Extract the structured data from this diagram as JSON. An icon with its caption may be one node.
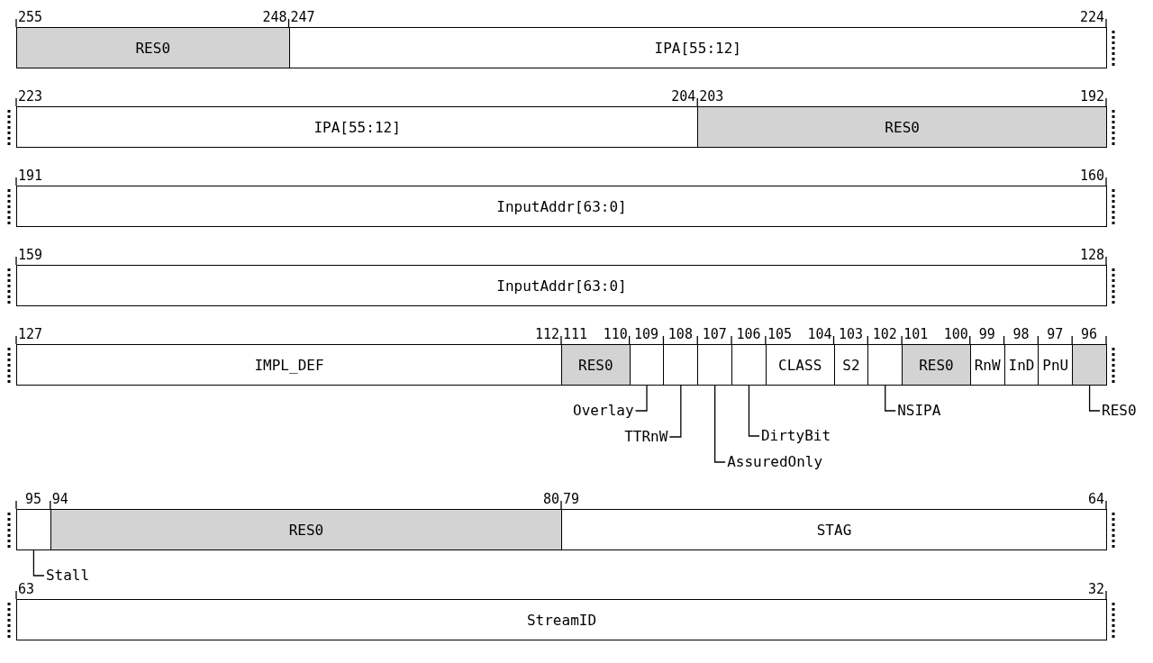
{
  "diagram": {
    "nodes": [
      {
        "text": [
          "RES0"
        ]
      },
      {
        "text": [
          "IPA[55:12]"
        ]
      },
      {
        "text": [
          "IPA[55:12]"
        ]
      },
      {
        "text": [
          "RES0"
        ]
      },
      {
        "text": [
          "InputAddr[63:0]"
        ]
      },
      {
        "text": [
          "InputAddr[63:0]"
        ]
      },
      {
        "text": [
          "IMPL_DEF"
        ]
      },
      {
        "text": [
          "RES0"
        ]
      },
      {
        "text": [],
        "shape": "box"
      },
      {
        "text": [],
        "shape": "box"
      },
      {
        "text": [],
        "shape": "box"
      },
      {
        "text": [],
        "shape": "box"
      },
      {
        "text": [
          "CLASS"
        ]
      },
      {
        "text": [
          "S2"
        ]
      },
      {
        "text": [],
        "shape": "box"
      },
      {
        "text": [
          "RES0"
        ]
      },
      {
        "text": [
          "RnW"
        ]
      },
      {
        "text": [
          "InD"
        ]
      },
      {
        "text": [
          "PnU"
        ]
      },
      {
        "text": [],
        "shape": "box"
      },
      {
        "text": [
          "Overlay"
        ]
      },
      {
        "text": [
          "TTRnW"
        ]
      },
      {
        "text": [
          "DirtyBit"
        ]
      },
      {
        "text": [
          "AssuredOnly"
        ]
      },
      {
        "text": [
          "NSIPA"
        ]
      },
      {
        "text": [
          "RES0"
        ]
      },
      {
        "text": [],
        "shape": "box"
      },
      {
        "text": [
          "RES0"
        ]
      },
      {
        "text": [
          "STAG"
        ]
      },
      {
        "text": [
          "Stall"
        ]
      },
      {
        "text": [
          "StreamID"
        ]
      }
    ],
    "edges": [
      {
        "from": 20,
        "to": 8,
        "arrow": "none"
      },
      {
        "from": 21,
        "to": 9,
        "arrow": "none"
      },
      {
        "from": 23,
        "to": 10,
        "arrow": "none"
      },
      {
        "from": 22,
        "to": 11,
        "arrow": "none"
      },
      {
        "from": 24,
        "to": 14,
        "arrow": "none"
      },
      {
        "from": 25,
        "to": 19,
        "arrow": "none"
      },
      {
        "from": 29,
        "to": 26,
        "arrow": "none"
      }
    ],
    "labels": [
      "255",
      "248",
      "247",
      "224",
      "223",
      "204",
      "203",
      "192",
      "191",
      "160",
      "159",
      "128",
      "127",
      "112",
      "111",
      "110",
      "109",
      "108",
      "107",
      "106",
      "105",
      "104",
      "103",
      "102",
      "101",
      "100",
      "99",
      "98",
      "97",
      "96",
      "95",
      "94",
      "80",
      "79",
      "64",
      "63",
      "32"
    ]
  }
}
